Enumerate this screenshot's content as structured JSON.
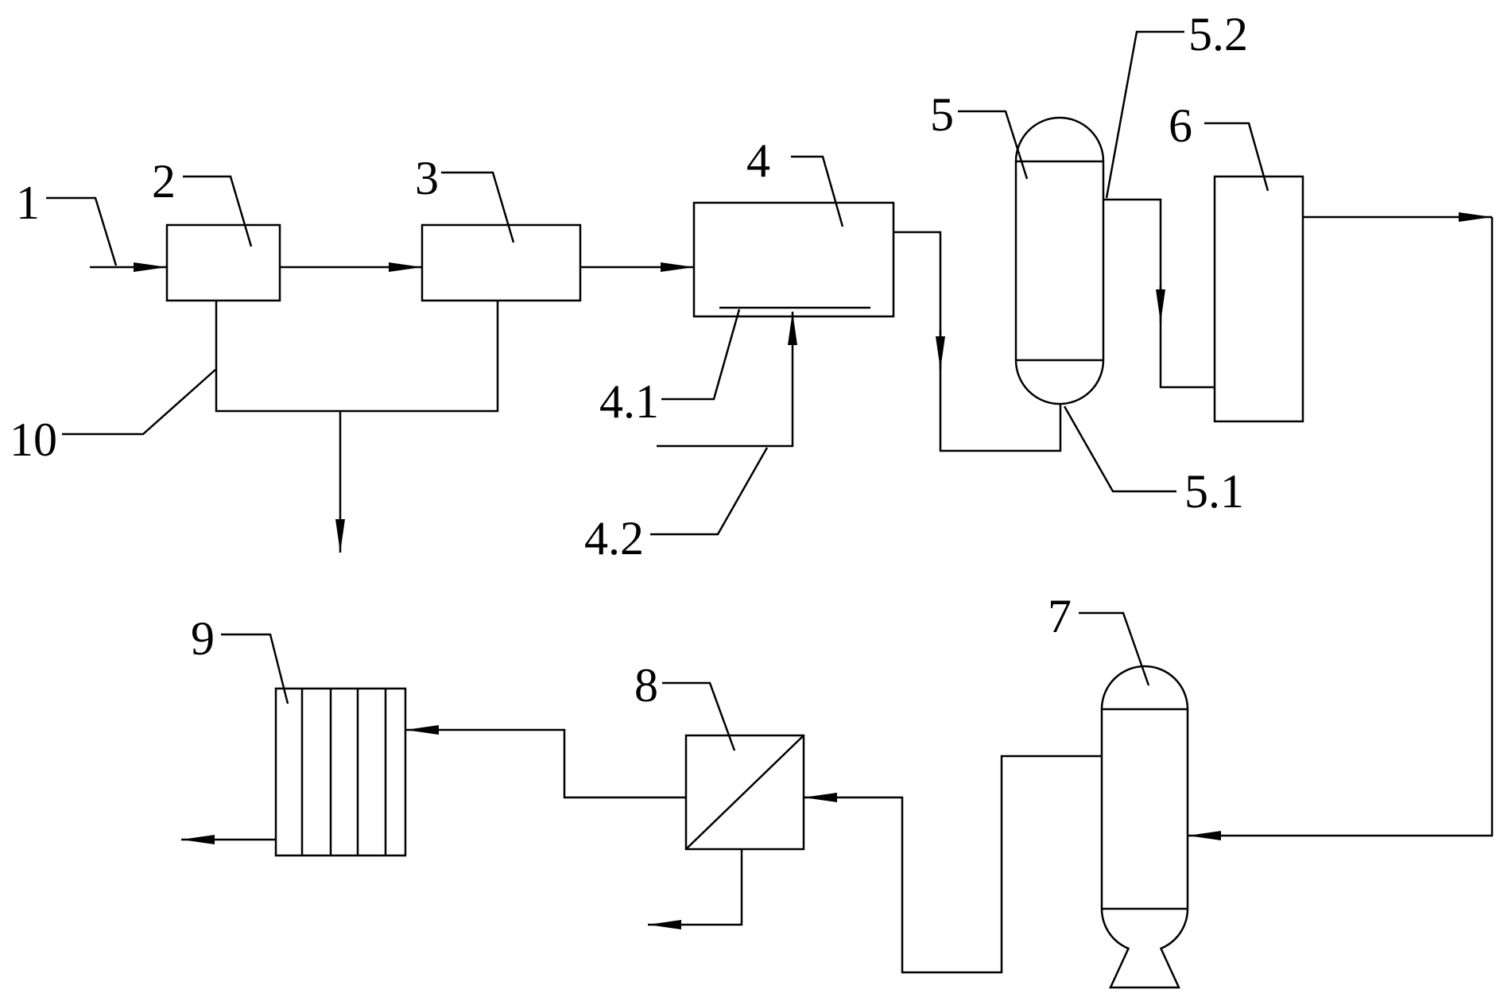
{
  "labels": {
    "n1": "1",
    "n2": "2",
    "n3": "3",
    "n4": "4",
    "n4_1": "4.1",
    "n4_2": "4.2",
    "n5": "5",
    "n5_1": "5.1",
    "n5_2": "5.2",
    "n6": "6",
    "n7": "7",
    "n8": "8",
    "n9": "9",
    "n10": "10"
  }
}
